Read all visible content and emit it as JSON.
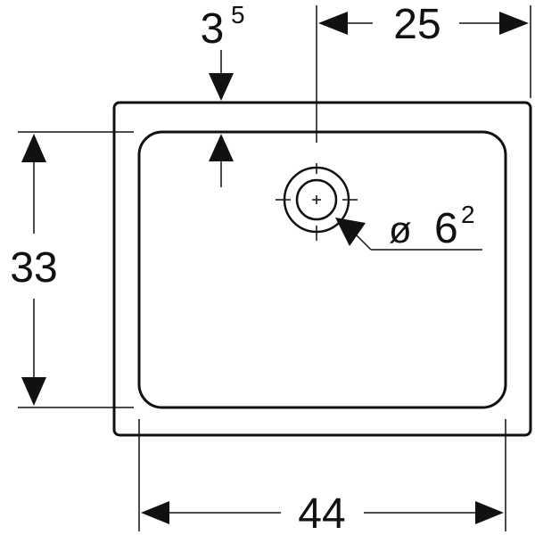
{
  "drawing": {
    "rim_thickness": {
      "value": "3",
      "superscript": "5"
    },
    "drain_offset": {
      "value": "25"
    },
    "height": {
      "value": "33"
    },
    "width": {
      "value": "44"
    },
    "drain_diameter": {
      "symbol": "ø",
      "value": "6",
      "superscript": "2"
    }
  },
  "colors": {
    "line": "#111111",
    "background": "#ffffff"
  }
}
